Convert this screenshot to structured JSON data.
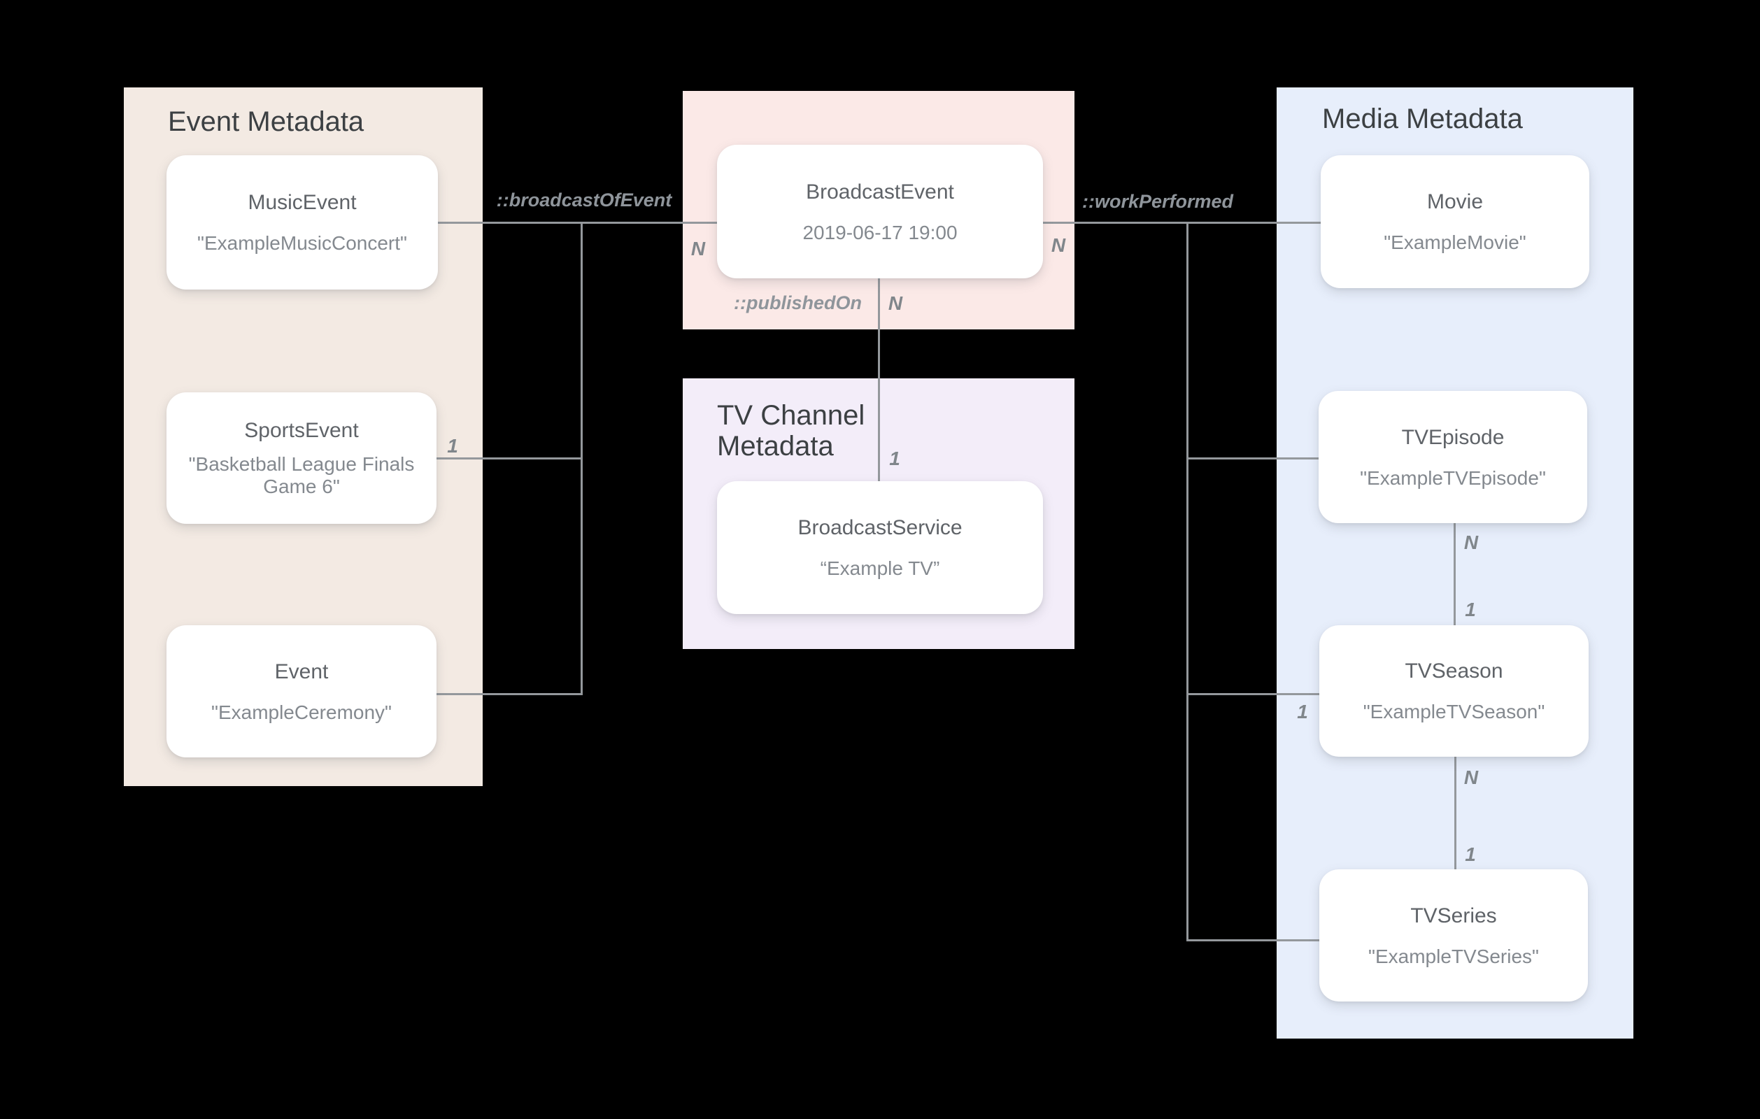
{
  "diagram": {
    "panels": {
      "event": {
        "title": "Event Metadata"
      },
      "tv_channel": {
        "title": "TV Channel\nMetadata"
      },
      "media": {
        "title": "Media Metadata"
      }
    },
    "nodes": {
      "music_event": {
        "title": "MusicEvent",
        "subtitle": "\"ExampleMusicConcert\""
      },
      "sports_event": {
        "title": "SportsEvent",
        "subtitle": "\"Basketball League Finals Game 6\""
      },
      "event": {
        "title": "Event",
        "subtitle": "\"ExampleCeremony\""
      },
      "broadcast_event": {
        "title": "BroadcastEvent",
        "subtitle": "2019-06-17 19:00"
      },
      "broadcast_service": {
        "title": "BroadcastService",
        "subtitle": "“Example TV”"
      },
      "movie": {
        "title": "Movie",
        "subtitle": "\"ExampleMovie\""
      },
      "tv_episode": {
        "title": "TVEpisode",
        "subtitle": "\"ExampleTVEpisode\""
      },
      "tv_season": {
        "title": "TVSeason",
        "subtitle": "\"ExampleTVSeason\""
      },
      "tv_series": {
        "title": "TVSeries",
        "subtitle": "\"ExampleTVSeries\""
      }
    },
    "edge_labels": {
      "broadcast_of_event": "::broadcastOfEvent",
      "work_performed": "::workPerformed",
      "published_on": "::publishedOn"
    },
    "cardinalities": {
      "broadcast_left_n": "N",
      "broadcast_right_n": "N",
      "published_on_n": "N",
      "broadcast_service_1": "1",
      "sports_event_1": "1",
      "tv_season_1": "1",
      "episode_season_n": "N",
      "episode_season_1": "1",
      "season_series_n": "N",
      "season_series_1": "1"
    },
    "colors": {
      "background": "#000000",
      "event_panel": "#F3EAE3",
      "broadcast_panel": "#FBE9E7",
      "tv_channel_panel": "#F3EDF9",
      "media_panel": "#E7EEFB",
      "node_bg": "#FFFFFF",
      "connector": "#94989C",
      "panel_title": "#3C4043",
      "node_title": "#5F6368",
      "node_subtitle": "#84898F",
      "edge_label": "#8F959B",
      "cardinality": "#80868B"
    }
  }
}
